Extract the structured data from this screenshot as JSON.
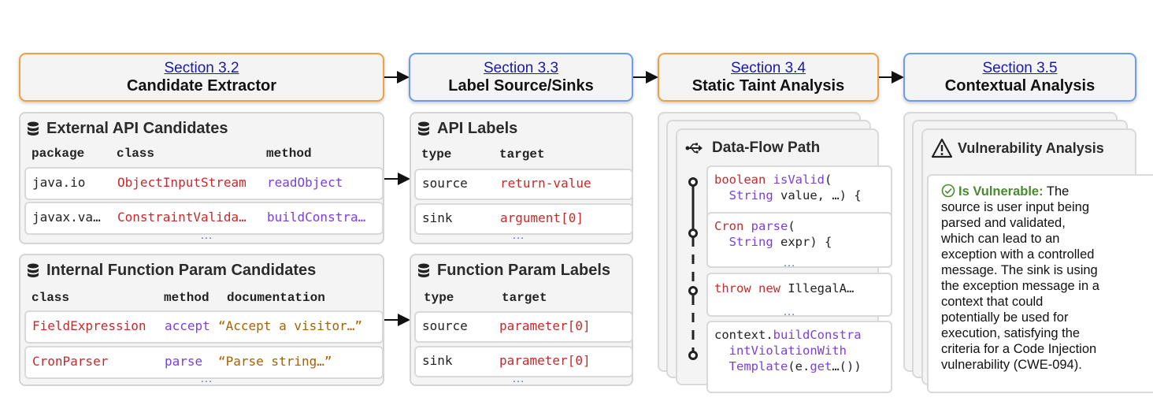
{
  "stages": [
    {
      "section": "Section 3.2",
      "title": "Candidate Extractor"
    },
    {
      "section": "Section 3.3",
      "title": "Label Source/Sinks"
    },
    {
      "section": "Section 3.4",
      "title": "Static Taint Analysis"
    },
    {
      "section": "Section 3.5",
      "title": "Contextual Analysis"
    }
  ],
  "external_api": {
    "title": "External API Candidates",
    "headers": [
      "package",
      "class",
      "method"
    ],
    "rows": [
      [
        "java.io",
        "ObjectInputStream",
        "readObject"
      ],
      [
        "javax.va…",
        "ConstraintValida…",
        "buildConstra…"
      ]
    ],
    "more": "…"
  },
  "internal_fn": {
    "title": "Internal Function Param Candidates",
    "headers": [
      "class",
      "method",
      "documentation"
    ],
    "rows": [
      [
        "FieldExpression",
        "accept",
        "“Accept a visitor…”"
      ],
      [
        "CronParser",
        "parse",
        "“Parse string…”"
      ]
    ],
    "more": "…"
  },
  "api_labels": {
    "title": "API Labels",
    "headers": [
      "type",
      "target"
    ],
    "rows": [
      [
        "source",
        "return-value"
      ],
      [
        "sink",
        "argument[0]"
      ]
    ],
    "more": "…"
  },
  "fn_labels": {
    "title": "Function Param Labels",
    "headers": [
      "type",
      "target"
    ],
    "rows": [
      [
        "source",
        "parameter[0]"
      ],
      [
        "sink",
        "parameter[0]"
      ]
    ],
    "more": "…"
  },
  "dataflow": {
    "title": "Data-Flow Path",
    "step1": {
      "kw": "boolean",
      "fn": "isValid",
      "open": "(",
      "l2type": "String",
      "l2rest": " value, …) {"
    },
    "step2": {
      "type": "Cron",
      "fn": "parse",
      "open": "(",
      "l2type": "String",
      "l2rest": " expr) {"
    },
    "step3": {
      "kw": "throw",
      "kw2": "new",
      "rest": " IllegalA…"
    },
    "step4": {
      "obj": "context.",
      "fn1": "buildConstra",
      "fn2": "intViolationWith",
      "fn3": "Template",
      "mid": "(e.",
      "fn4": "get",
      "end": "…())"
    },
    "more": "…"
  },
  "vulnerability": {
    "title": "Vulnerability Analysis",
    "verdict": "Is Vulnerable:",
    "lines": [
      " The",
      "source is user input being",
      "parsed and validated,",
      "which can lead to an",
      "exception with a controlled",
      "message. The sink is using",
      "the exception message in a",
      "context that could",
      "potentially be used for",
      "execution, satisfying the",
      "criteria for a Code Injection",
      "vulnerability (CWE-094)."
    ]
  },
  "colors": {
    "orange_border": "#f0a040",
    "blue_border": "#6b9cf0",
    "string_red": "#c62a2a",
    "method_purple": "#7b3fe0",
    "doc_brown": "#a86100",
    "verdict_green": "#4a8a2e"
  }
}
